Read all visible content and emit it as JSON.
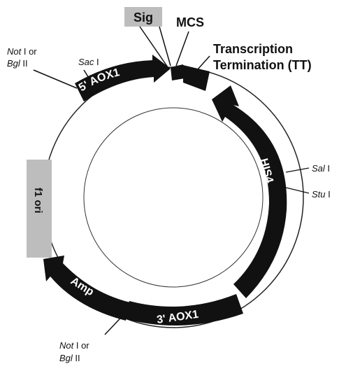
{
  "plasmid": {
    "features": {
      "sig": "Sig",
      "mcs": "MCS",
      "tt_line1": "Transcription",
      "tt_line2": "Termination (TT)",
      "five_aox1": "5' AOX1",
      "his4": "HIS4",
      "three_aox1": "3' AOX1",
      "amp": "Amp",
      "f1_ori": "f1 ori"
    },
    "sites": {
      "top_left_l1_name": "Not",
      "top_left_l1_suffix": " I or",
      "top_left_l2_name": "Bgl",
      "top_left_l2_suffix": " II",
      "sac_name": "Sac",
      "sac_suffix": " I",
      "sal_name": "Sal",
      "sal_suffix": " I",
      "stu_name": "Stu",
      "stu_suffix": " I",
      "bottom_l1_name": "Not",
      "bottom_l1_suffix": " I or",
      "bottom_l2_name": "Bgl",
      "bottom_l2_suffix": " II"
    },
    "colors": {
      "arrow_fill": "#111111",
      "grey_box": "#bdbdbd",
      "outline": "#222222"
    }
  }
}
